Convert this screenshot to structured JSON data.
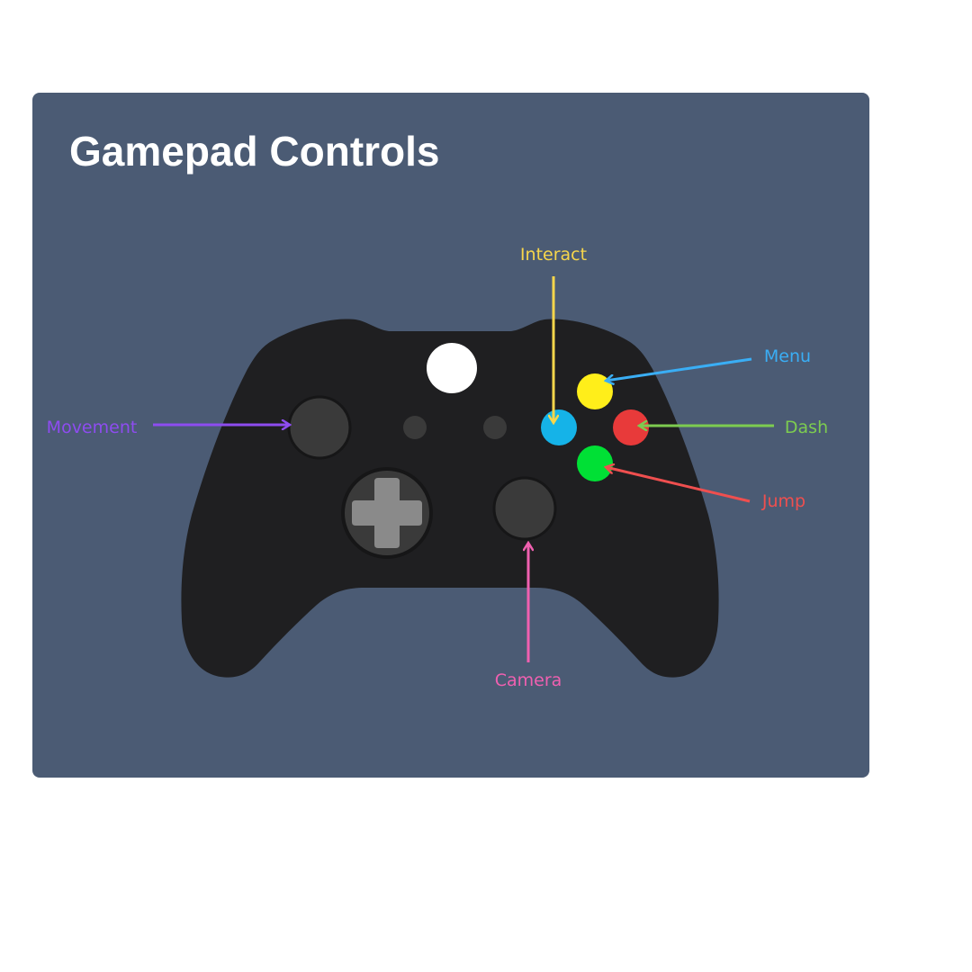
{
  "title": "Gamepad Controls",
  "colors": {
    "panel_background": "#4b5b74",
    "controller_body": "#1f1f21",
    "stick": "#3a3a3a",
    "dpad": "#8a8a8a",
    "home_button": "#ffffff",
    "button_y": "#ffee1a",
    "button_x": "#15b3e8",
    "button_b": "#e83a3a",
    "button_a": "#00e035"
  },
  "callouts": {
    "movement": {
      "label": "Movement",
      "color": "#8e4cf0"
    },
    "interact": {
      "label": "Interact",
      "color": "#f7d64b"
    },
    "menu": {
      "label": "Menu",
      "color": "#3aaef5"
    },
    "dash": {
      "label": "Dash",
      "color": "#7dcc50"
    },
    "jump": {
      "label": "Jump",
      "color": "#ef4f4f"
    },
    "camera": {
      "label": "Camera",
      "color": "#f060b0"
    }
  }
}
